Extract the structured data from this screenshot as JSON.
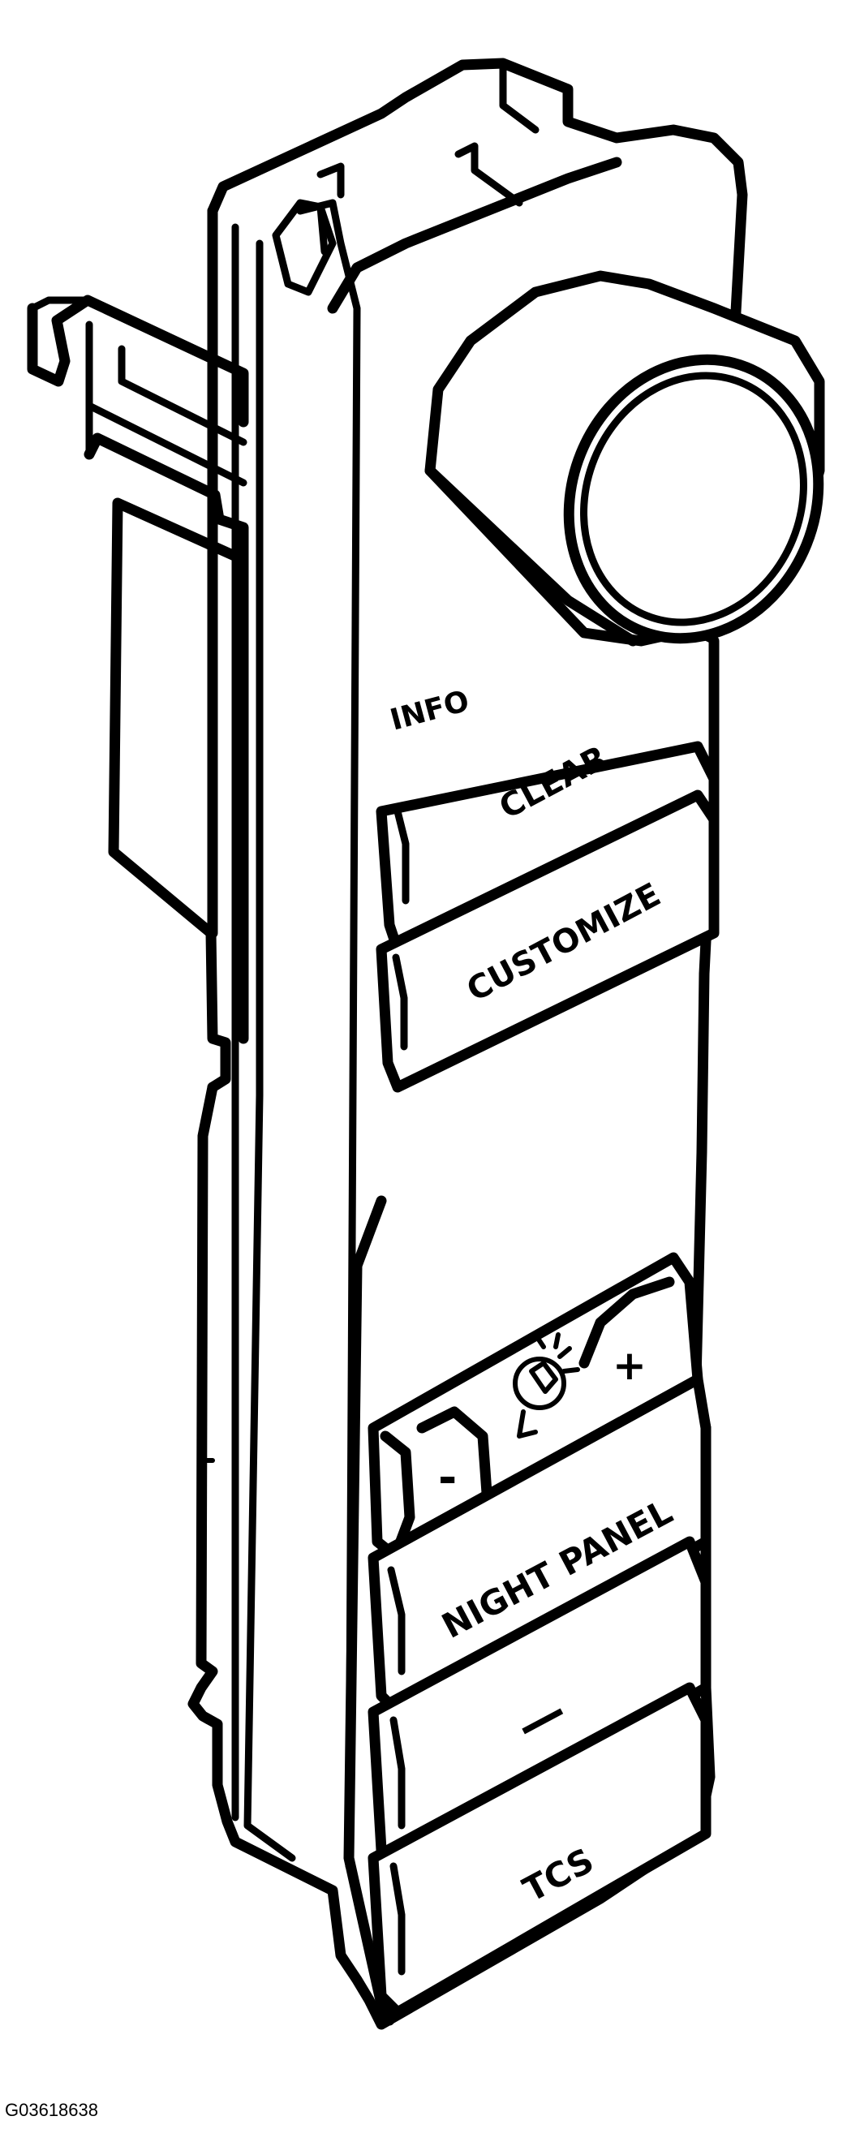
{
  "labels": {
    "info": "INFO",
    "clear": "CLEAR",
    "customize": "CUSTOMIZE",
    "minus_symbol": "-",
    "plus_symbol": "+",
    "night_panel": "NIGHT PANEL",
    "dash": "—",
    "tcs": "TCS"
  },
  "figure_id": "G03618638",
  "colors": {
    "line": "#000000",
    "background": "#ffffff"
  }
}
